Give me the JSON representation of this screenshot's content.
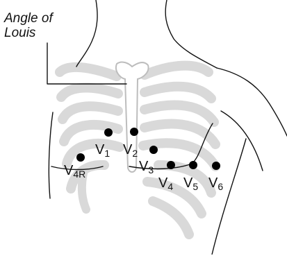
{
  "annotation": {
    "line1": "Angle of",
    "line2": "Louis"
  },
  "electrodes": [
    {
      "id": "v1",
      "label": "V",
      "sub": "1"
    },
    {
      "id": "v2",
      "label": "V",
      "sub": "2"
    },
    {
      "id": "v3",
      "label": "V",
      "sub": "3"
    },
    {
      "id": "v4",
      "label": "V",
      "sub": "4"
    },
    {
      "id": "v5",
      "label": "V",
      "sub": "5"
    },
    {
      "id": "v6",
      "label": "V",
      "sub": "6"
    },
    {
      "id": "v4r",
      "label": "V",
      "sub": "4R"
    }
  ],
  "colors": {
    "outline": "#111111",
    "skeleton": "#d9d9d9",
    "electrode": "#000000",
    "background": "#ffffff"
  }
}
